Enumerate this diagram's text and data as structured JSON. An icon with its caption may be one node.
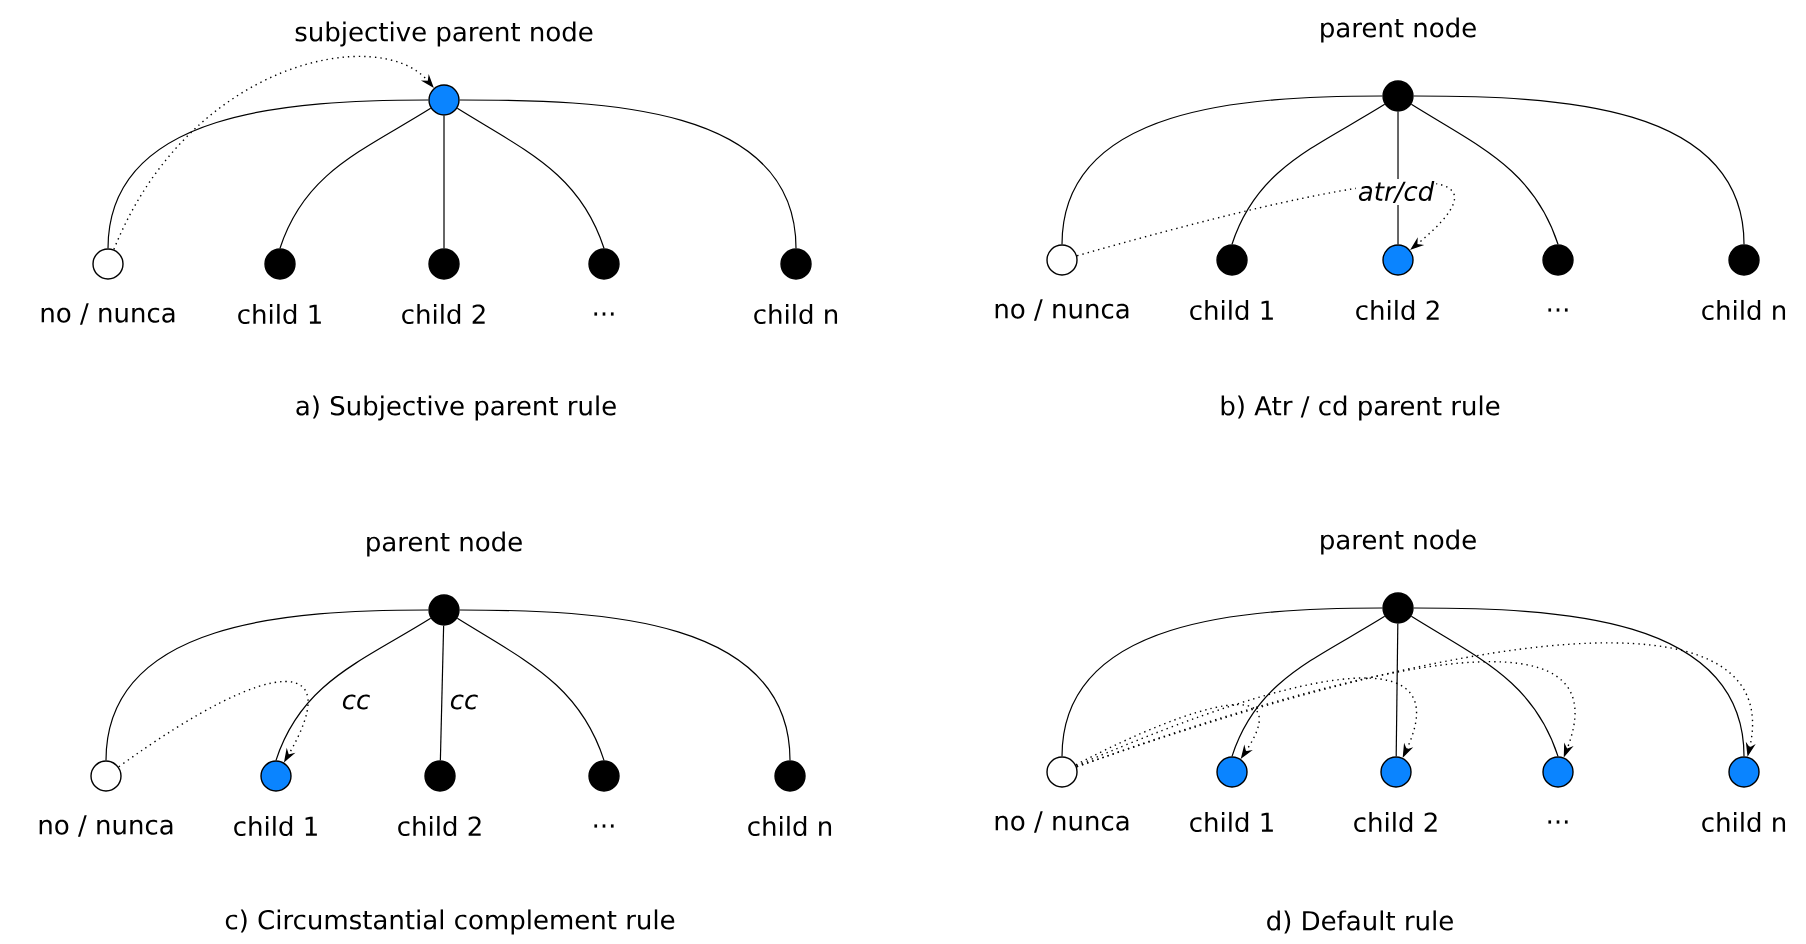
{
  "diagram": {
    "nodes": [
      {
        "text": [],
        "shape": "circle",
        "beside": [
          "subjective parent node"
        ]
      },
      {
        "text": [],
        "shape": "circle",
        "beside": [
          "no / nunca"
        ]
      },
      {
        "text": [],
        "shape": "circle",
        "beside": [
          "child 1"
        ]
      },
      {
        "text": [],
        "shape": "circle",
        "beside": [
          "child 2"
        ]
      },
      {
        "text": [],
        "shape": "circle",
        "beside": [
          "..."
        ]
      },
      {
        "text": [],
        "shape": "circle",
        "beside": [
          "child n"
        ]
      },
      {
        "text": [],
        "shape": "circle",
        "beside": [
          "parent node"
        ]
      },
      {
        "text": [],
        "shape": "circle",
        "beside": [
          "no / nunca"
        ]
      },
      {
        "text": [],
        "shape": "circle",
        "beside": [
          "child 1"
        ]
      },
      {
        "text": [],
        "shape": "circle",
        "beside": [
          "child 2"
        ]
      },
      {
        "text": [],
        "shape": "circle",
        "beside": [
          "..."
        ]
      },
      {
        "text": [],
        "shape": "circle",
        "beside": [
          "child n"
        ]
      },
      {
        "text": [],
        "shape": "circle",
        "beside": [
          "parent node"
        ]
      },
      {
        "text": [],
        "shape": "circle",
        "beside": [
          "no / nunca"
        ]
      },
      {
        "text": [],
        "shape": "circle",
        "beside": [
          "child 1"
        ]
      },
      {
        "text": [],
        "shape": "circle",
        "beside": [
          "child 2"
        ]
      },
      {
        "text": [],
        "shape": "circle",
        "beside": [
          "..."
        ]
      },
      {
        "text": [],
        "shape": "circle",
        "beside": [
          "child n"
        ]
      },
      {
        "text": [],
        "shape": "circle",
        "beside": [
          "parent node"
        ]
      },
      {
        "text": [],
        "shape": "circle",
        "beside": [
          "no / nunca"
        ]
      },
      {
        "text": [],
        "shape": "circle",
        "beside": [
          "child 1"
        ]
      },
      {
        "text": [],
        "shape": "circle",
        "beside": [
          "child 2"
        ]
      },
      {
        "text": [],
        "shape": "circle",
        "beside": [
          "..."
        ]
      },
      {
        "text": [],
        "shape": "circle",
        "beside": [
          "child n"
        ]
      }
    ],
    "edges": [
      {
        "from": 0,
        "to": 1,
        "arrow": "none"
      },
      {
        "from": 0,
        "to": 2,
        "arrow": "none"
      },
      {
        "from": 0,
        "to": 3,
        "arrow": "none"
      },
      {
        "from": 0,
        "to": 4,
        "arrow": "none"
      },
      {
        "from": 0,
        "to": 5,
        "arrow": "none"
      },
      {
        "from": 1,
        "to": 0,
        "arrow": "to",
        "style": "dashed"
      },
      {
        "from": 6,
        "to": 7,
        "arrow": "none"
      },
      {
        "from": 6,
        "to": 8,
        "arrow": "none"
      },
      {
        "from": 6,
        "to": 9,
        "arrow": "none"
      },
      {
        "from": 6,
        "to": 10,
        "arrow": "none"
      },
      {
        "from": 6,
        "to": 11,
        "arrow": "none"
      },
      {
        "from": 7,
        "to": 9,
        "arrow": "to",
        "style": "dashed",
        "label": "atr/cd"
      },
      {
        "from": 12,
        "to": 13,
        "arrow": "none"
      },
      {
        "from": 12,
        "to": 14,
        "arrow": "none",
        "label": "cc"
      },
      {
        "from": 12,
        "to": 15,
        "arrow": "none",
        "label": "cc"
      },
      {
        "from": 12,
        "to": 16,
        "arrow": "none"
      },
      {
        "from": 12,
        "to": 17,
        "arrow": "none"
      },
      {
        "from": 13,
        "to": 14,
        "arrow": "to",
        "style": "dashed"
      },
      {
        "from": 18,
        "to": 19,
        "arrow": "none"
      },
      {
        "from": 18,
        "to": 20,
        "arrow": "none"
      },
      {
        "from": 18,
        "to": 21,
        "arrow": "none"
      },
      {
        "from": 18,
        "to": 22,
        "arrow": "none"
      },
      {
        "from": 18,
        "to": 23,
        "arrow": "none"
      },
      {
        "from": 19,
        "to": 20,
        "arrow": "to",
        "style": "dashed"
      },
      {
        "from": 19,
        "to": 21,
        "arrow": "to",
        "style": "dashed"
      },
      {
        "from": 19,
        "to": 22,
        "arrow": "to",
        "style": "dashed"
      },
      {
        "from": 19,
        "to": 23,
        "arrow": "to",
        "style": "dashed"
      }
    ],
    "labels": [
      "a) Subjective parent rule",
      "b) Atr / cd parent rule",
      "c) Circumstantial complement rule",
      "d) Default rule"
    ]
  }
}
